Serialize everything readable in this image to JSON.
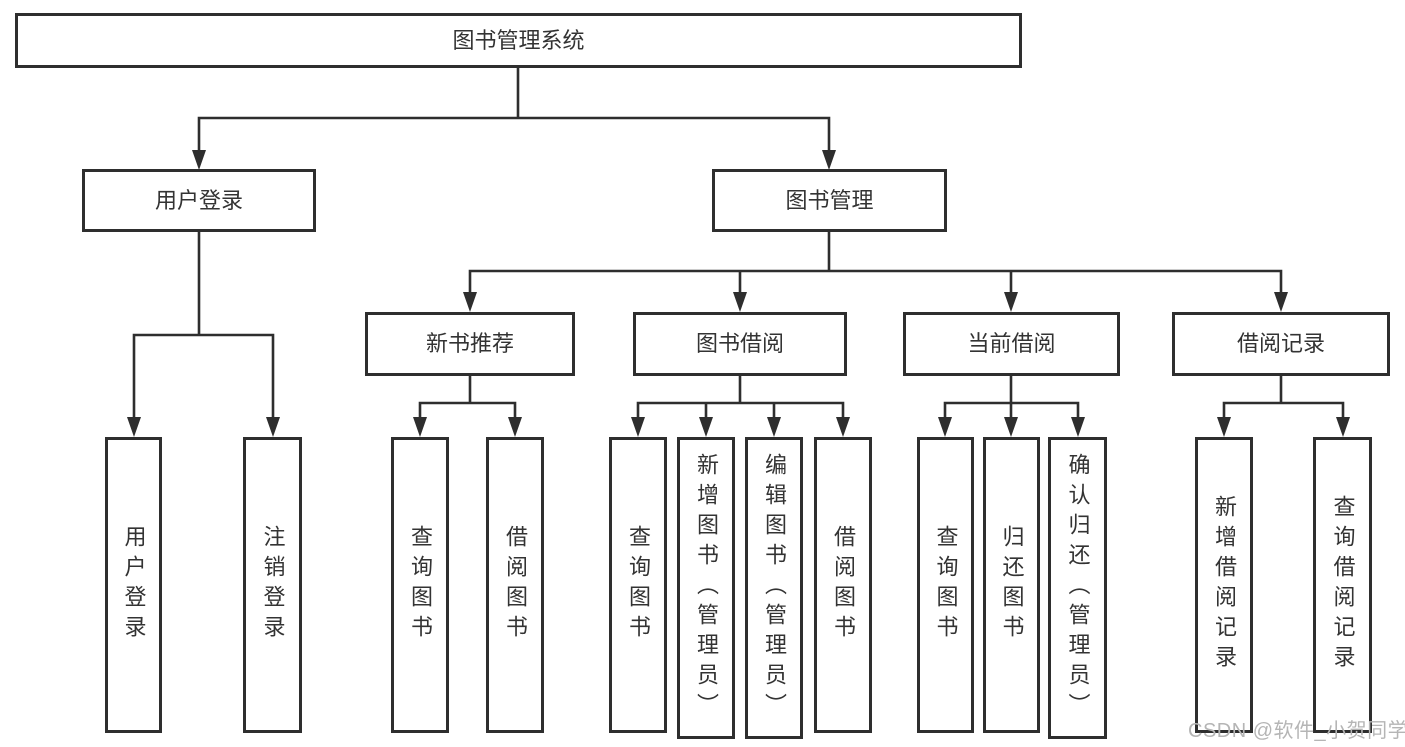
{
  "diagram": {
    "title_node": "图书管理系统",
    "level2": {
      "user_login": "用户登录",
      "book_management": "图书管理"
    },
    "level3": [
      {
        "label": "新书推荐"
      },
      {
        "label": "图书借阅"
      },
      {
        "label": "当前借阅"
      },
      {
        "label": "借阅记录"
      }
    ],
    "leaves": [
      "用户登录",
      "注销登录",
      "查询图书",
      "借阅图书",
      "查询图书",
      "新增图书（管理员）",
      "编辑图书（管理员）",
      "借阅图书",
      "查询图书",
      "归还图书",
      "确认归还（管理员）",
      "新增借阅记录",
      "查询借阅记录"
    ]
  },
  "watermark": {
    "text": "CSDN @软件_小贺同学"
  },
  "colors": {
    "line": "#2e2e2e",
    "box_border": "#2e2e2e",
    "text": "#333333",
    "watermark": "#b5b5b5",
    "background": "#ffffff"
  }
}
